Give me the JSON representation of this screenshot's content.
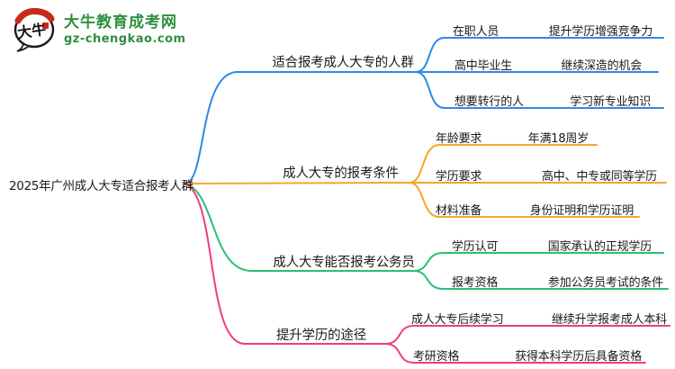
{
  "logo": {
    "brand": "大牛教育成考网",
    "domain": "gz-chengkao.com",
    "icon_text": "大牛",
    "brand_color": "#2f8f3f",
    "seal_color": "#c9281c"
  },
  "root": {
    "title": "2025年广州成人大专适合报考人群"
  },
  "branches": [
    {
      "label": "适合报考成人大专的人群",
      "color": "#2e8ae6",
      "children": [
        {
          "label": "在职人员",
          "value": "提升学历增强竞争力"
        },
        {
          "label": "高中毕业生",
          "value": "继续深造的机会"
        },
        {
          "label": "想要转行的人",
          "value": "学习新专业知识"
        }
      ]
    },
    {
      "label": "成人大专的报考条件",
      "color": "#f7a52b",
      "children": [
        {
          "label": "年龄要求",
          "value": "年满18周岁"
        },
        {
          "label": "学历要求",
          "value": "高中、中专或同等学历"
        },
        {
          "label": "材料准备",
          "value": "身份证明和学历证明"
        }
      ]
    },
    {
      "label": "成人大专能否报考公务员",
      "color": "#27c177",
      "children": [
        {
          "label": "学历认可",
          "value": "国家承认的正规学历"
        },
        {
          "label": "报考资格",
          "value": "参加公务员考试的条件"
        }
      ]
    },
    {
      "label": "提升学历的途径",
      "color": "#ee3e7d",
      "children": [
        {
          "label": "成人大专后续学习",
          "value": "继续升学报考成人本科"
        },
        {
          "label": "考研资格",
          "value": "获得本科学历后具备资格"
        }
      ]
    }
  ]
}
